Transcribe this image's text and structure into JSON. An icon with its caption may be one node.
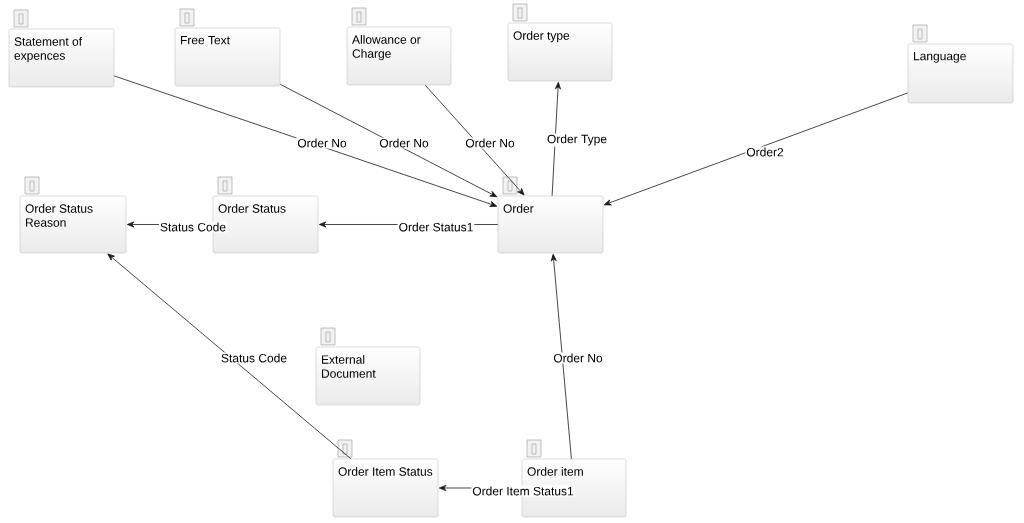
{
  "diagram": {
    "nodes": [
      {
        "text": [
          "Statement of expences"
        ]
      },
      {
        "text": [
          "Free Text"
        ]
      },
      {
        "text": [
          "Allowance or Charge"
        ]
      },
      {
        "text": [
          "Order type"
        ]
      },
      {
        "text": [
          "Language"
        ]
      },
      {
        "text": [
          "Order Status Reason"
        ]
      },
      {
        "text": [
          "Order Status"
        ]
      },
      {
        "text": [
          "Order"
        ]
      },
      {
        "text": [
          "External Document"
        ]
      },
      {
        "text": [
          "Order Item Status"
        ]
      },
      {
        "text": [
          "Order item"
        ]
      }
    ],
    "edges": [
      {
        "from": 0,
        "to": 7,
        "arrow": "to",
        "label": "Order No"
      },
      {
        "from": 1,
        "to": 7,
        "arrow": "to",
        "label": "Order No"
      },
      {
        "from": 2,
        "to": 7,
        "arrow": "to",
        "label": "Order No"
      },
      {
        "from": 7,
        "to": 3,
        "arrow": "to",
        "label": "Order Type"
      },
      {
        "from": 4,
        "to": 7,
        "arrow": "to",
        "label": "Order2"
      },
      {
        "from": 7,
        "to": 6,
        "arrow": "to",
        "label": "Order Status1"
      },
      {
        "from": 6,
        "to": 5,
        "arrow": "to",
        "label": "Status Code"
      },
      {
        "from": 9,
        "to": 5,
        "arrow": "to",
        "label": "Status Code"
      },
      {
        "from": 10,
        "to": 7,
        "arrow": "to",
        "label": "Order No"
      },
      {
        "from": 10,
        "to": 9,
        "arrow": "to",
        "label": "Order Item Status1"
      }
    ]
  }
}
